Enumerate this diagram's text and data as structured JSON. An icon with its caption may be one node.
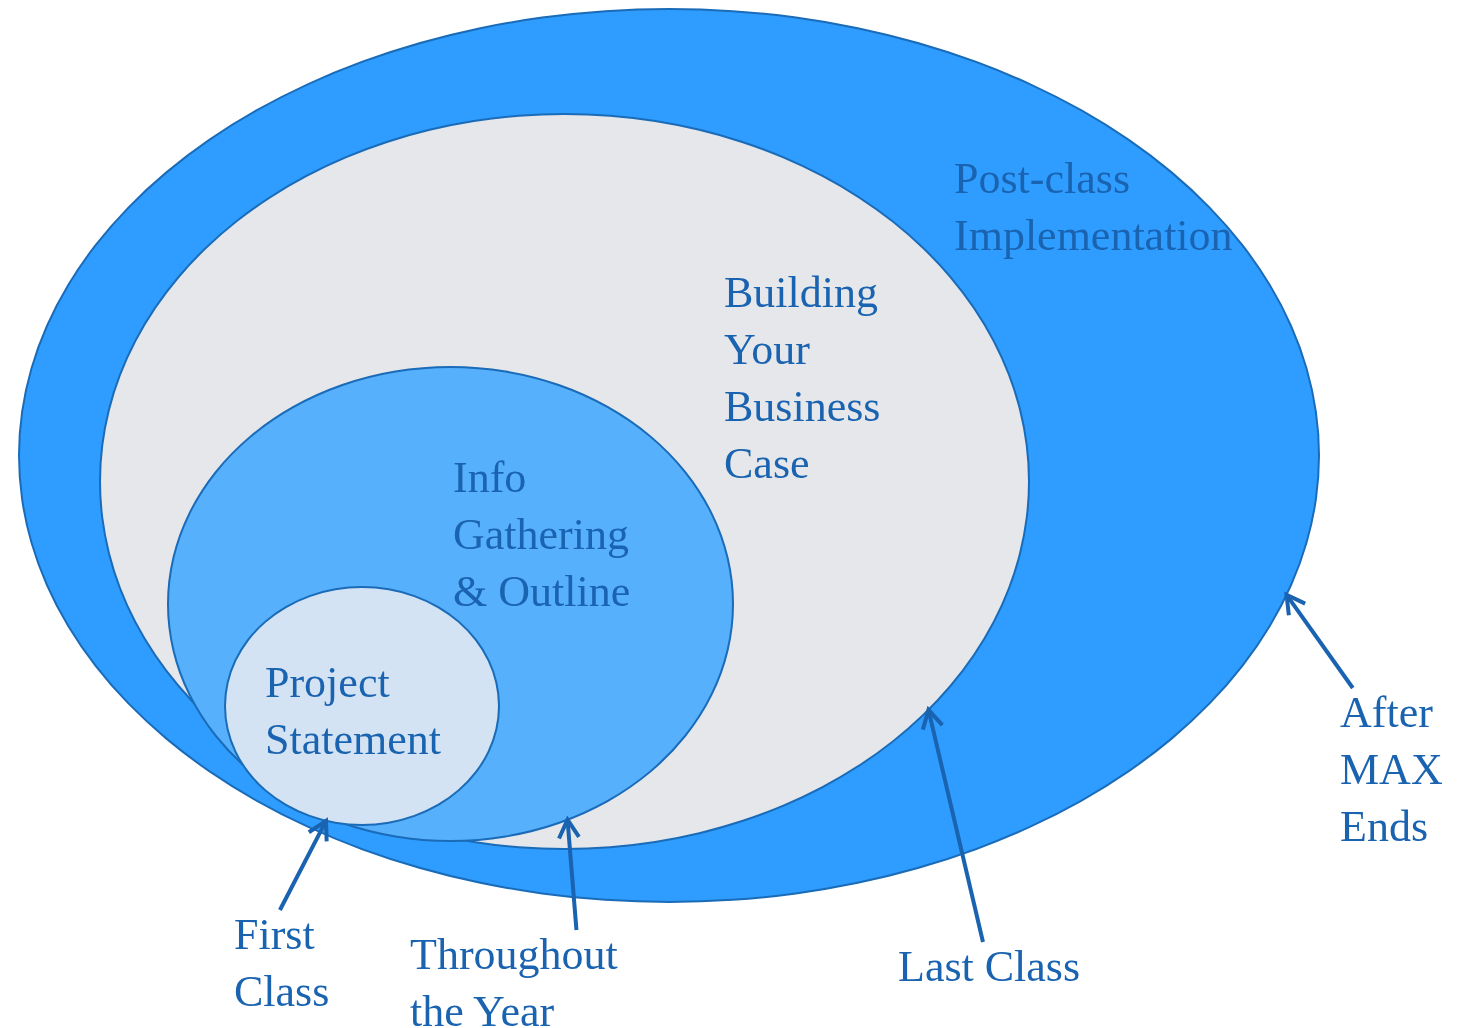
{
  "diagram": {
    "nodes": [
      {
        "text": [
          "Post-class Implementation"
        ]
      },
      {
        "text": [
          "Building Your Business Case"
        ],
        "in": 0
      },
      {
        "text": [
          "Info Gathering & Outline"
        ],
        "in": 1
      },
      {
        "text": [
          "Project Statement"
        ],
        "in": 2
      },
      {
        "text": [
          "First Class"
        ]
      },
      {
        "text": [
          "Throughout the Year"
        ]
      },
      {
        "text": [
          "Last Class"
        ]
      },
      {
        "text": [
          "After MAX Ends"
        ]
      }
    ],
    "edges": [
      {
        "from": 4,
        "to": 3,
        "arrow": "to"
      },
      {
        "from": 5,
        "to": 2,
        "arrow": "to"
      },
      {
        "from": 6,
        "to": 1,
        "arrow": "to"
      },
      {
        "from": 7,
        "to": 0,
        "arrow": "to"
      }
    ]
  }
}
